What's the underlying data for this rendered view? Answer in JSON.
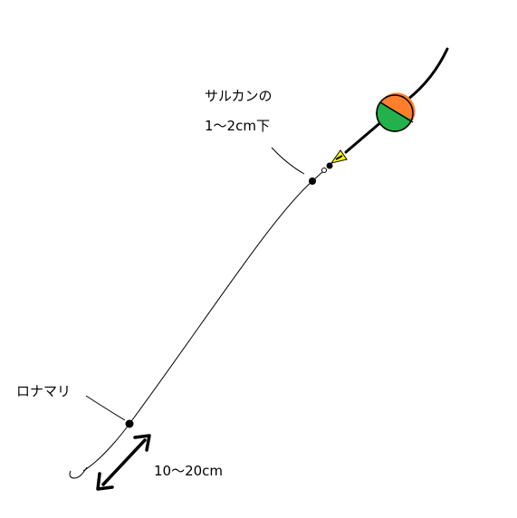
{
  "labels": {
    "swivel_line1": "サルカンの",
    "swivel_line2": "1～2cm下",
    "sinker": "ロナマリ",
    "distance": "10～20cm"
  },
  "colors": {
    "float_top": "#FF7F2A",
    "float_bottom": "#22B14C",
    "float_stop": "#FFFF00",
    "line": "#000000",
    "background": "#FFFFFF"
  }
}
